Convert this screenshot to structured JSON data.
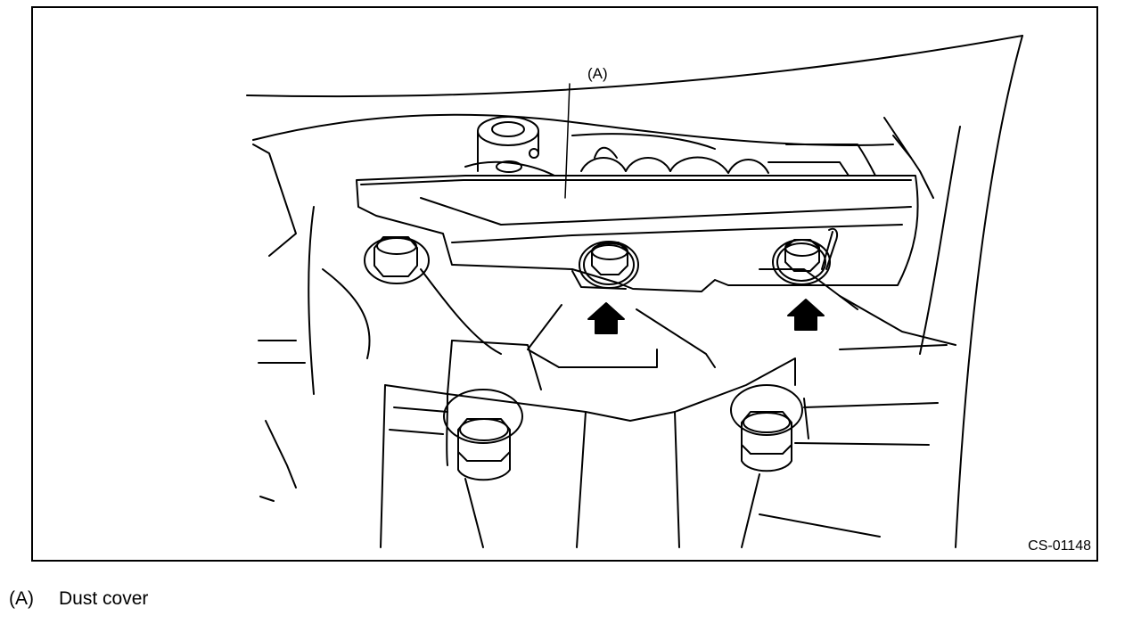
{
  "figure": {
    "callout_label": "(A)",
    "figure_code": "CS-01148"
  },
  "legend": [
    {
      "key": "(A)",
      "text": "Dust cover"
    }
  ],
  "colors": {
    "line": "#000000",
    "background": "#ffffff"
  }
}
